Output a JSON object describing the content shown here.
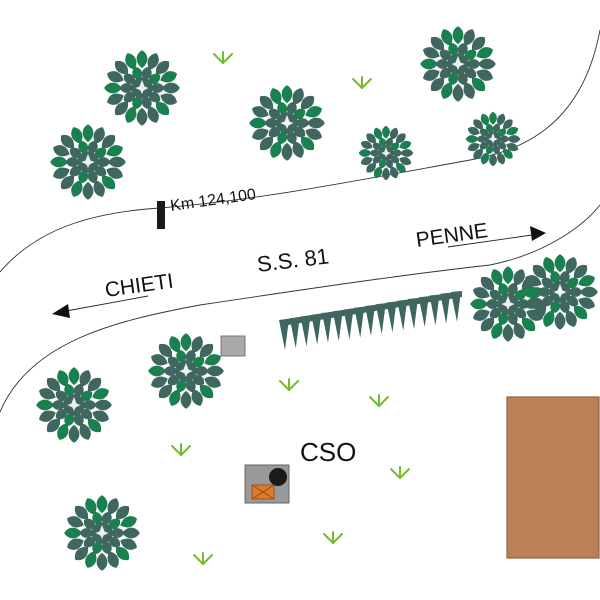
{
  "map": {
    "road_name": "S.S. 81",
    "km_marker": "Km 124,100",
    "direction_left": "CHIETI",
    "direction_right": "PENNE",
    "site_label": "CSO"
  },
  "colors": {
    "tree_dark": "#3f6760",
    "tree_light": "#1a8050",
    "grass": "#76bb2e",
    "hedge": "#3f6760",
    "building": "#bb8058",
    "building_border": "#8a6548",
    "cabinet": "#a9a9a9",
    "cabinet_border": "#777777",
    "manhole": "#1a1a1a",
    "box": "#e07a2a",
    "road_edge": "#333333",
    "marker": "#1a1a1a"
  },
  "legend_icons": {
    "tree": "tree-icon",
    "grass": "grass-tuft-icon",
    "hedge": "hedge-icon",
    "building": "building",
    "cabinet": "utility-cabinet",
    "manhole": "manhole-icon",
    "box": "junction-box-icon"
  }
}
